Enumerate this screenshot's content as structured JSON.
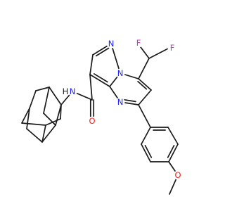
{
  "molecule": {
    "colors": {
      "bond": "#1a1a1a",
      "carbon": "#1a1a1a",
      "N": "#2020ff",
      "O": "#ff1a1a",
      "F": "#cc33cc",
      "H": "#1a1a1a"
    },
    "atom_labels": [
      {
        "name": "atom-F-upper",
        "element": "F",
        "text": "F"
      },
      {
        "name": "atom-F-right",
        "element": "F",
        "text": "F"
      },
      {
        "name": "atom-N-pyrazole",
        "element": "N",
        "text": "N"
      },
      {
        "name": "atom-N-bridgehead",
        "element": "N",
        "text": "N"
      },
      {
        "name": "atom-N-pyrimidine",
        "element": "N",
        "text": "N"
      },
      {
        "name": "atom-O-carbonyl",
        "element": "O",
        "text": "O"
      },
      {
        "name": "atom-N-amide",
        "element": "N",
        "text": "N"
      },
      {
        "name": "atom-H-amide",
        "element": "H",
        "text": "H"
      },
      {
        "name": "atom-O-methoxy",
        "element": "O",
        "text": "O"
      }
    ]
  }
}
